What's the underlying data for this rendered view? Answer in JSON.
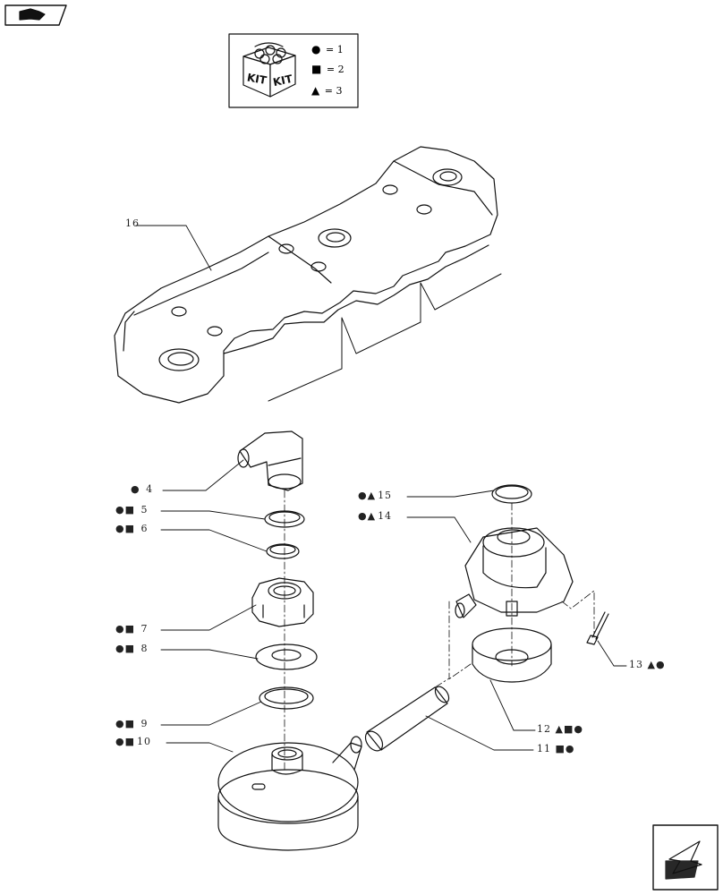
{
  "legend": {
    "kit_icon_text": "KIT",
    "entries": [
      {
        "symbol": "●",
        "eq": "=",
        "value": "1"
      },
      {
        "symbol": "■",
        "eq": "=",
        "value": "2"
      },
      {
        "symbol": "▲",
        "eq": "=",
        "value": "3"
      }
    ]
  },
  "callouts": [
    {
      "id": "4",
      "prefix": "●",
      "number": "4",
      "suffix": ""
    },
    {
      "id": "5",
      "prefix": "●■",
      "number": "5",
      "suffix": ""
    },
    {
      "id": "6",
      "prefix": "●■",
      "number": "6",
      "suffix": ""
    },
    {
      "id": "7",
      "prefix": "●■",
      "number": "7",
      "suffix": ""
    },
    {
      "id": "8",
      "prefix": "●■",
      "number": "8",
      "suffix": ""
    },
    {
      "id": "9",
      "prefix": "●■",
      "number": "9",
      "suffix": ""
    },
    {
      "id": "10",
      "prefix": "●■",
      "number": "10",
      "suffix": ""
    },
    {
      "id": "11",
      "prefix": "",
      "number": "11",
      "suffix": "■●"
    },
    {
      "id": "12",
      "prefix": "",
      "number": "12",
      "suffix": "▲■●"
    },
    {
      "id": "13",
      "prefix": "",
      "number": "13",
      "suffix": "▲●"
    },
    {
      "id": "14",
      "prefix": "●▲",
      "number": "14",
      "suffix": ""
    },
    {
      "id": "15",
      "prefix": "●▲",
      "number": "15",
      "suffix": ""
    },
    {
      "id": "16",
      "prefix": "",
      "number": "16",
      "suffix": ""
    }
  ],
  "icons": [
    "book-icon",
    "kit-box-icon",
    "next-page-arrow-icon"
  ]
}
